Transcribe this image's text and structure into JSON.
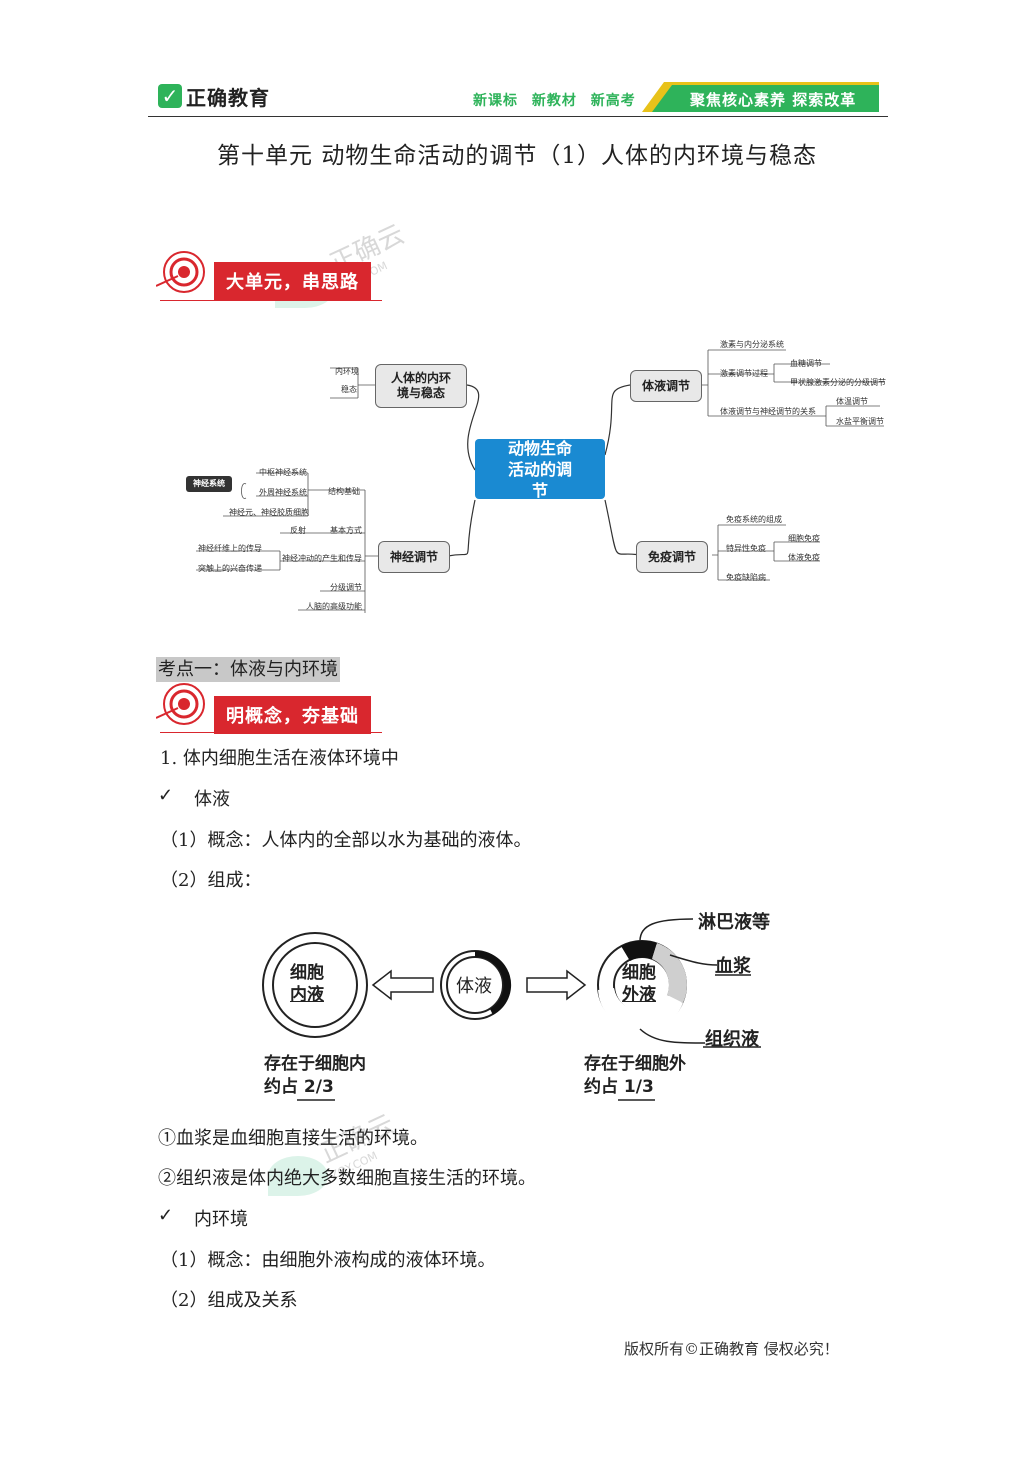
{
  "header": {
    "brand_name": "正确教育",
    "slogans": [
      "新课标",
      "新教材",
      "新高考"
    ],
    "banner": "聚焦核心素养 探索改革",
    "brand_color": "#2eb35a"
  },
  "title": "第十单元 动物生命活动的调节（1）人体的内环境与稳态",
  "section1_label": "大单元，串思路",
  "watermark": "正确云",
  "watermark_sub": "ZQY.COM",
  "mindmap": {
    "center": "动物生命活动的调节",
    "topics": {
      "env": "人体的内环境与稳态",
      "fluid": "体液调节",
      "nerve": "神经调节",
      "immune": "免疫调节"
    },
    "env_leaves": [
      "内环境",
      "稳态"
    ],
    "fluid_leaves": [
      "激素与内分泌系统",
      "激素调节过程",
      "血糖调节",
      "甲状腺激素分泌的分级调节",
      "体液调节与神经调节的关系",
      "体温调节",
      "水盐平衡调节"
    ],
    "nerve_tag": "神经系统",
    "nerve_leaves": [
      "中枢神经系统",
      "外周神经系统",
      "结构基础",
      "神经元、神经胶质细胞",
      "反射",
      "基本方式",
      "神经纤维上的传导",
      "神经冲动的产生和传导",
      "突触上的兴奋传递",
      "分级调节",
      "人脑的高级功能"
    ],
    "immune_leaves": [
      "免疫系统的组成",
      "特异性免疫",
      "细胞免疫",
      "体液免疫",
      "免疫缺陷病"
    ]
  },
  "point1_title": "考点一：体液与内环境",
  "section2_label": "明概念，夯基础",
  "body": {
    "p1": "1. 体内细胞生活在液体环境中",
    "check1": "✓",
    "bullet1": "体液",
    "p2": "（1）概念：人体内的全部以水为基础的液体。",
    "p3": "（2）组成：",
    "diagram": {
      "left_circle": [
        "细胞",
        "内液"
      ],
      "center_circle": "体液",
      "right_circle": [
        "细胞",
        "外液"
      ],
      "label_lymph": "淋巴液等",
      "label_plasma": "血浆",
      "label_tissue": "组织液",
      "left_caption1": "存在于细胞内",
      "left_caption2_prefix": "约占",
      "left_fraction": "2/3",
      "right_caption1": "存在于细胞外",
      "right_caption2_prefix": "约占",
      "right_fraction": "1/3"
    },
    "note1": "①血浆是血细胞直接生活的环境。",
    "note2": "②组织液是体内绝大多数细胞直接生活的环境。",
    "check2": "✓",
    "bullet2": "内环境",
    "p4": "（1）概念：由细胞外液构成的液体环境。",
    "p5": "（2）组成及关系"
  },
  "footer": "版权所有©正确教育  侵权必究！",
  "colors": {
    "accent_red": "#d9272e",
    "mindmap_blue": "#1a8ad2"
  }
}
